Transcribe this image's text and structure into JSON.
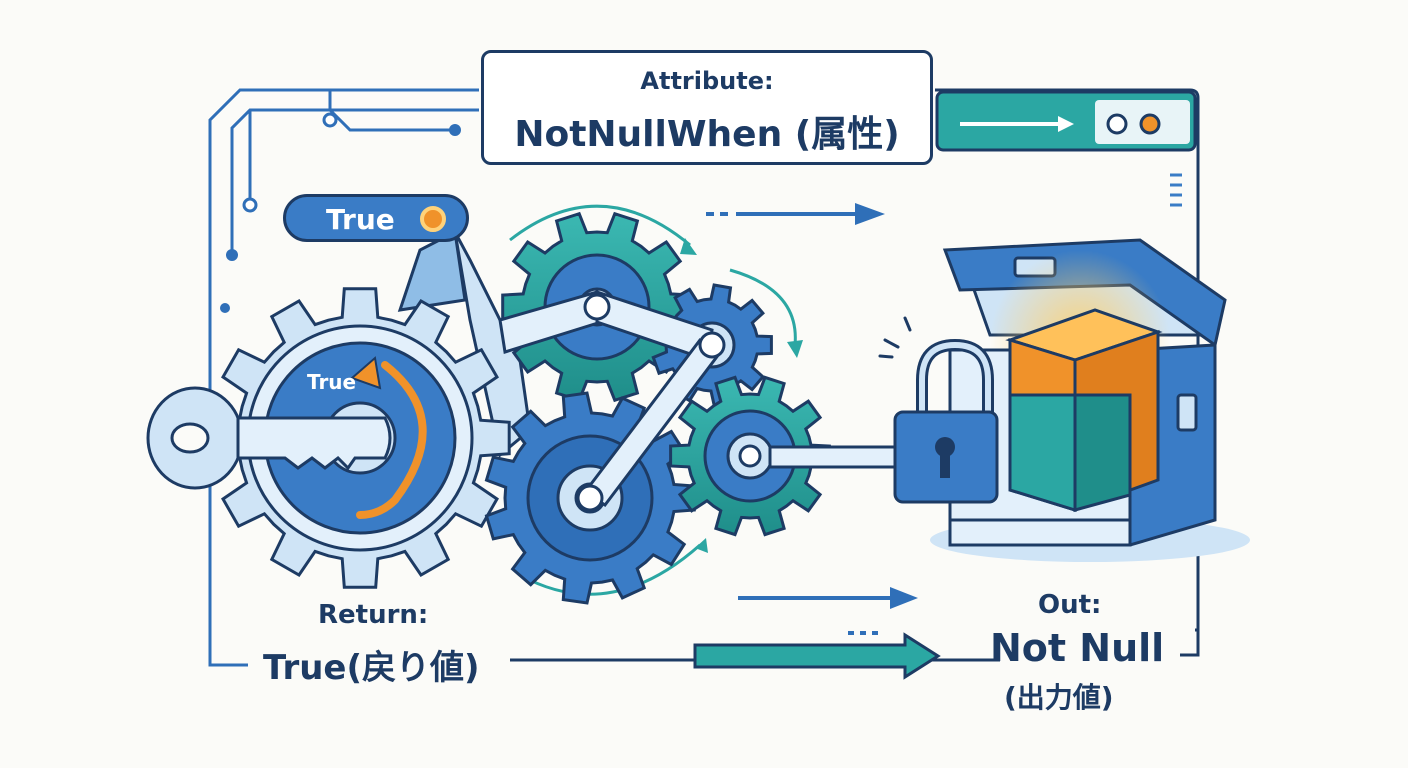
{
  "attribute": {
    "caption": "Attribute:",
    "title": "NotNullWhen (属性)"
  },
  "bubble_label": "True",
  "gear_label": "True",
  "return": {
    "caption": "Return:",
    "value": "True(戻り値)"
  },
  "out": {
    "caption": "Out:",
    "value": "Not Null",
    "sub": "(出力値)"
  },
  "colors": {
    "navy": "#1d3b64",
    "blue": "#3a7cc6",
    "light_blue": "#cfe4f6",
    "teal": "#2ba7a3",
    "orange": "#f0922a"
  }
}
